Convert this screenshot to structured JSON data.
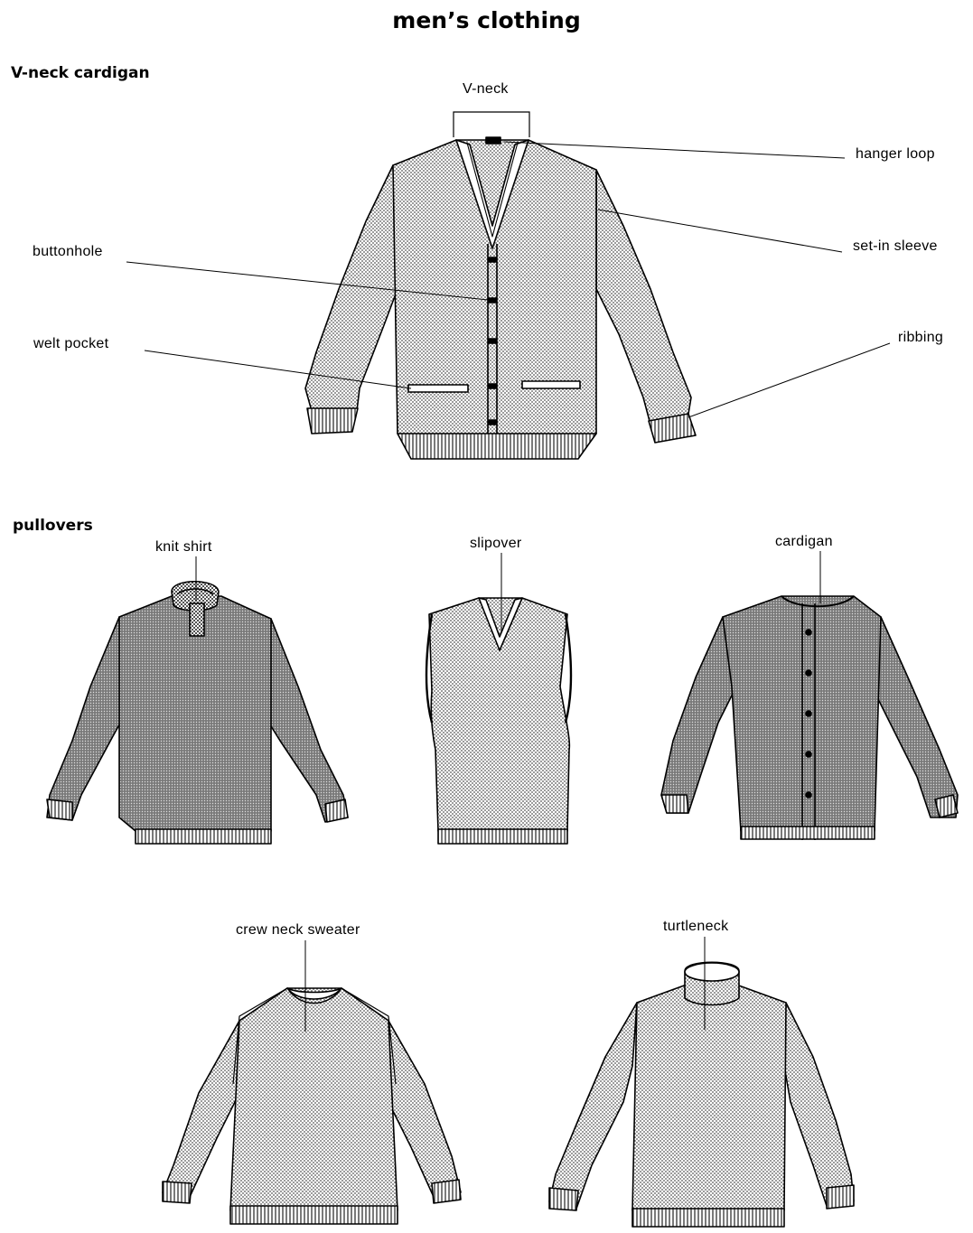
{
  "title": "men’s clothing",
  "sections": {
    "cardigan_heading": "V-neck cardigan",
    "pullovers_heading": "pullovers"
  },
  "cardigan_labels": {
    "v_neck": "V-neck",
    "hanger_loop": "hanger loop",
    "set_in_sleeve": "set-in sleeve",
    "buttonhole": "buttonhole",
    "welt_pocket": "welt pocket",
    "ribbing": "ribbing"
  },
  "garments": {
    "knit_shirt": "knit shirt",
    "slipover": "slipover",
    "cardigan": "cardigan",
    "crew_neck_sweater": "crew neck sweater",
    "turtleneck": "turtleneck"
  },
  "colors": {
    "ink": "#000000",
    "light_fill": "#d9d9d9",
    "mid_fill": "#c8c8c8",
    "dark_fill": "#8f8f8f"
  }
}
